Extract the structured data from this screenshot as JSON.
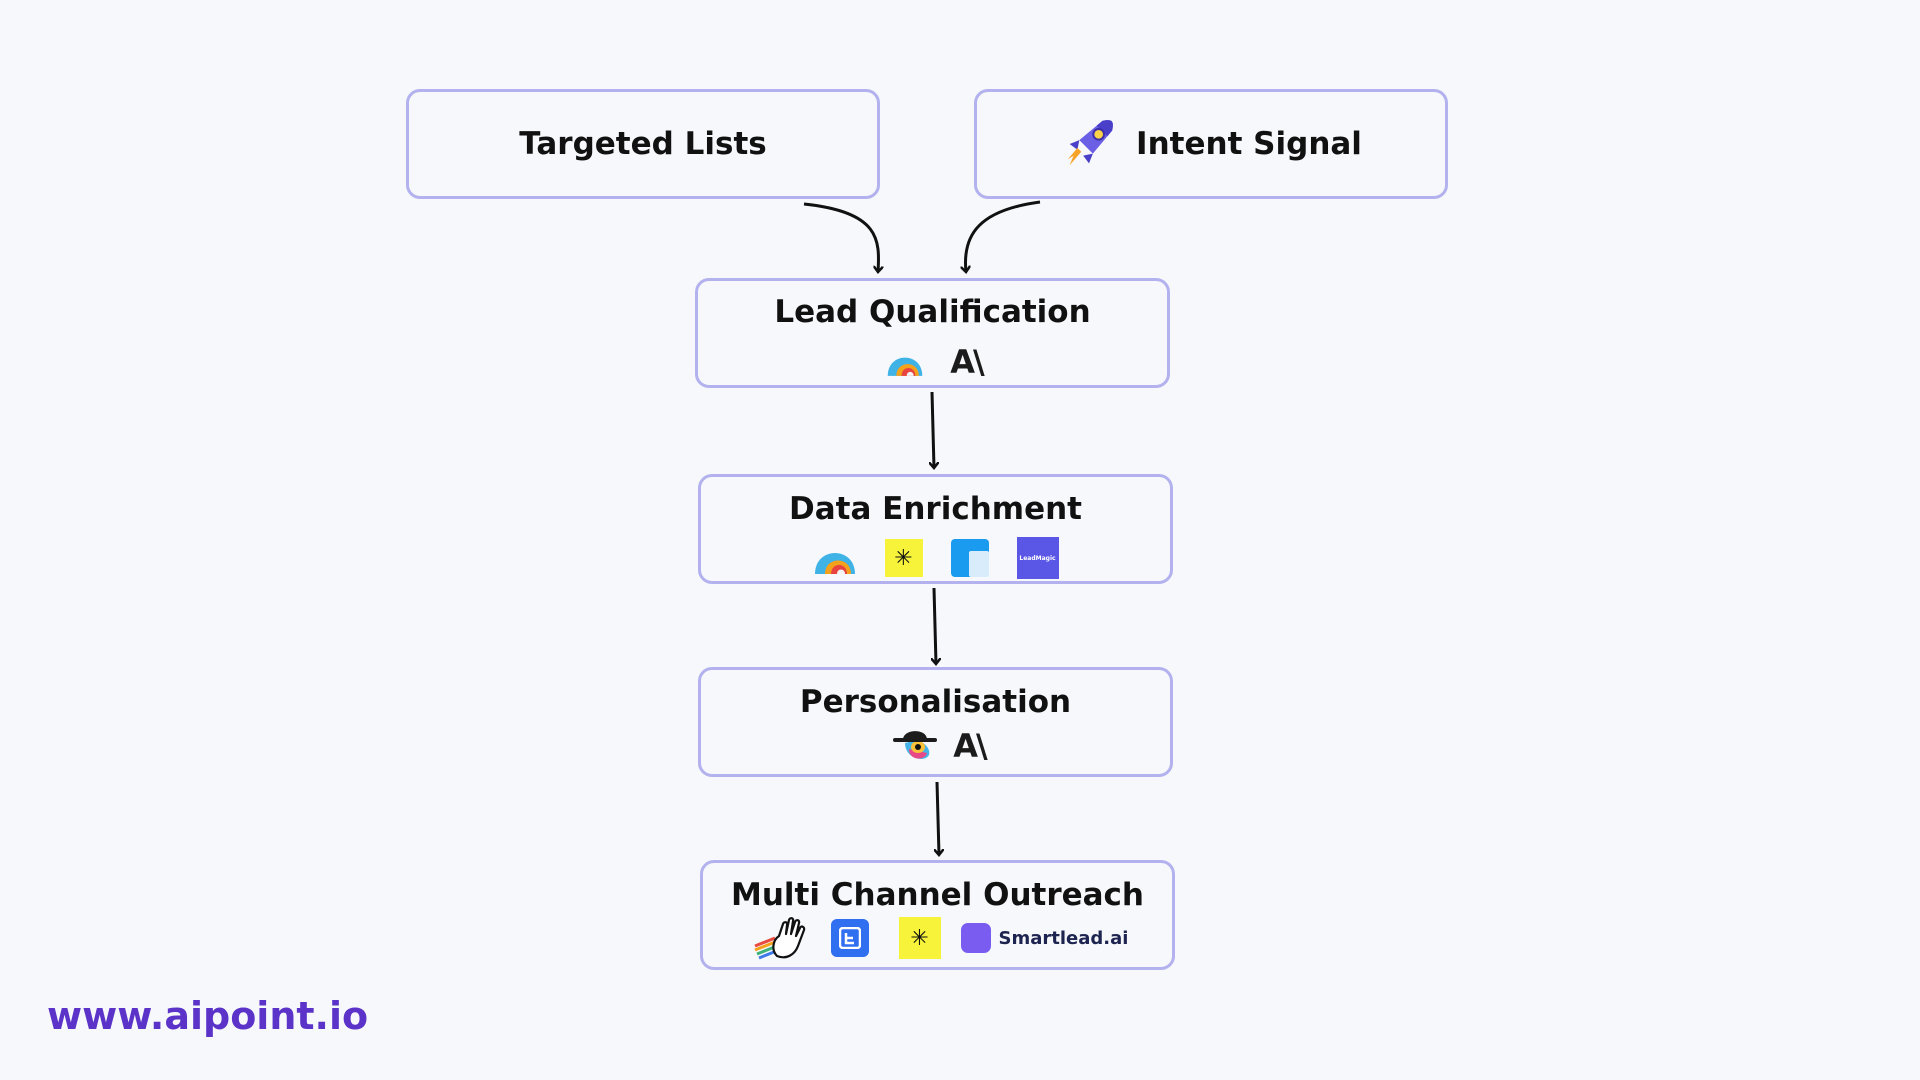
{
  "nodes": {
    "targeted_lists": {
      "label": "Targeted Lists"
    },
    "intent_signal": {
      "label": "Intent Signal",
      "icon": "rocket-icon"
    },
    "lead_qualification": {
      "label": "Lead Qualification",
      "icons": [
        "clay-icon",
        "anthropic-icon"
      ],
      "anthropic_text": "A\\"
    },
    "data_enrichment": {
      "label": "Data Enrichment",
      "icons": [
        "clay-icon",
        "asterisk-yellow-icon",
        "blue-square-icon",
        "leadmagic-icon"
      ],
      "leadmagic_text": "LeadMagic"
    },
    "personalisation": {
      "label": "Personalisation",
      "icons": [
        "spy-icon",
        "anthropic-icon"
      ],
      "anthropic_text": "A\\"
    },
    "multi_channel_outreach": {
      "label": "Multi Channel Outreach",
      "icons": [
        "waving-hand-icon",
        "lemlist-icon",
        "asterisk-yellow-icon",
        "smartlead-icon"
      ],
      "smartlead_text": "Smartlead.ai"
    }
  },
  "footer": {
    "url": "www.aipoint.io"
  },
  "colors": {
    "border": "#b3b2ee",
    "background": "#f6f8fb",
    "url": "#5b33c9",
    "text": "#111111"
  }
}
